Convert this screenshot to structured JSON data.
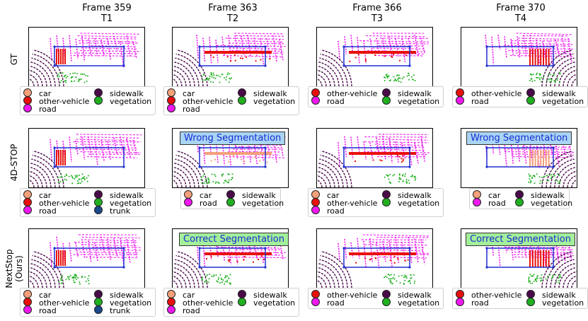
{
  "columns": [
    {
      "frame": "Frame 359",
      "tag": "T1"
    },
    {
      "frame": "Frame 363",
      "tag": "T2"
    },
    {
      "frame": "Frame 366",
      "tag": "T3"
    },
    {
      "frame": "Frame 370",
      "tag": "T4"
    }
  ],
  "rows": [
    {
      "label": "GT"
    },
    {
      "label": "4D-STOP"
    },
    {
      "label": "NextStop (Ours)"
    }
  ],
  "colors": {
    "car": "#f4a07a",
    "other-vehicle": "#e8100c",
    "road": "#ee18ee",
    "sidewalk": "#4a0a4a",
    "vegetation": "#20b020",
    "trunk": "#1a4a8a",
    "box": "#1f2fd0"
  },
  "legends": [
    [
      [
        "car",
        "sidewalk"
      ],
      [
        "other-vehicle",
        "vegetation"
      ],
      [
        "road"
      ]
    ],
    [
      [
        "car",
        "sidewalk"
      ],
      [
        "other-vehicle",
        "vegetation"
      ],
      [
        "road"
      ]
    ],
    [
      [
        "other-vehicle",
        "sidewalk"
      ],
      [
        "road",
        "vegetation"
      ]
    ],
    [
      [
        "other-vehicle",
        "sidewalk"
      ],
      [
        "road",
        "vegetation"
      ]
    ],
    [
      [
        "car",
        "sidewalk"
      ],
      [
        "other-vehicle",
        "vegetation"
      ],
      [
        "road",
        "trunk"
      ]
    ],
    [
      [
        "car",
        "sidewalk"
      ],
      [
        "road",
        "vegetation"
      ]
    ],
    [
      [
        "car",
        "sidewalk"
      ],
      [
        "other-vehicle",
        "vegetation"
      ],
      [
        "road"
      ]
    ],
    [
      [
        "car",
        "sidewalk"
      ],
      [
        "road",
        "vegetation"
      ]
    ],
    [
      [
        "car",
        "sidewalk"
      ],
      [
        "other-vehicle",
        "vegetation"
      ],
      [
        "road",
        "trunk"
      ]
    ],
    [
      [
        "car",
        "sidewalk"
      ],
      [
        "other-vehicle",
        "vegetation"
      ],
      [
        "road"
      ]
    ],
    [
      [
        "other-vehicle",
        "sidewalk"
      ],
      [
        "road",
        "vegetation"
      ]
    ],
    [
      [
        "other-vehicle",
        "sidewalk"
      ],
      [
        "road",
        "vegetation"
      ]
    ]
  ],
  "callouts": {
    "wrong": "Wrong Segmentation",
    "correct": "Correct Segmentation"
  }
}
